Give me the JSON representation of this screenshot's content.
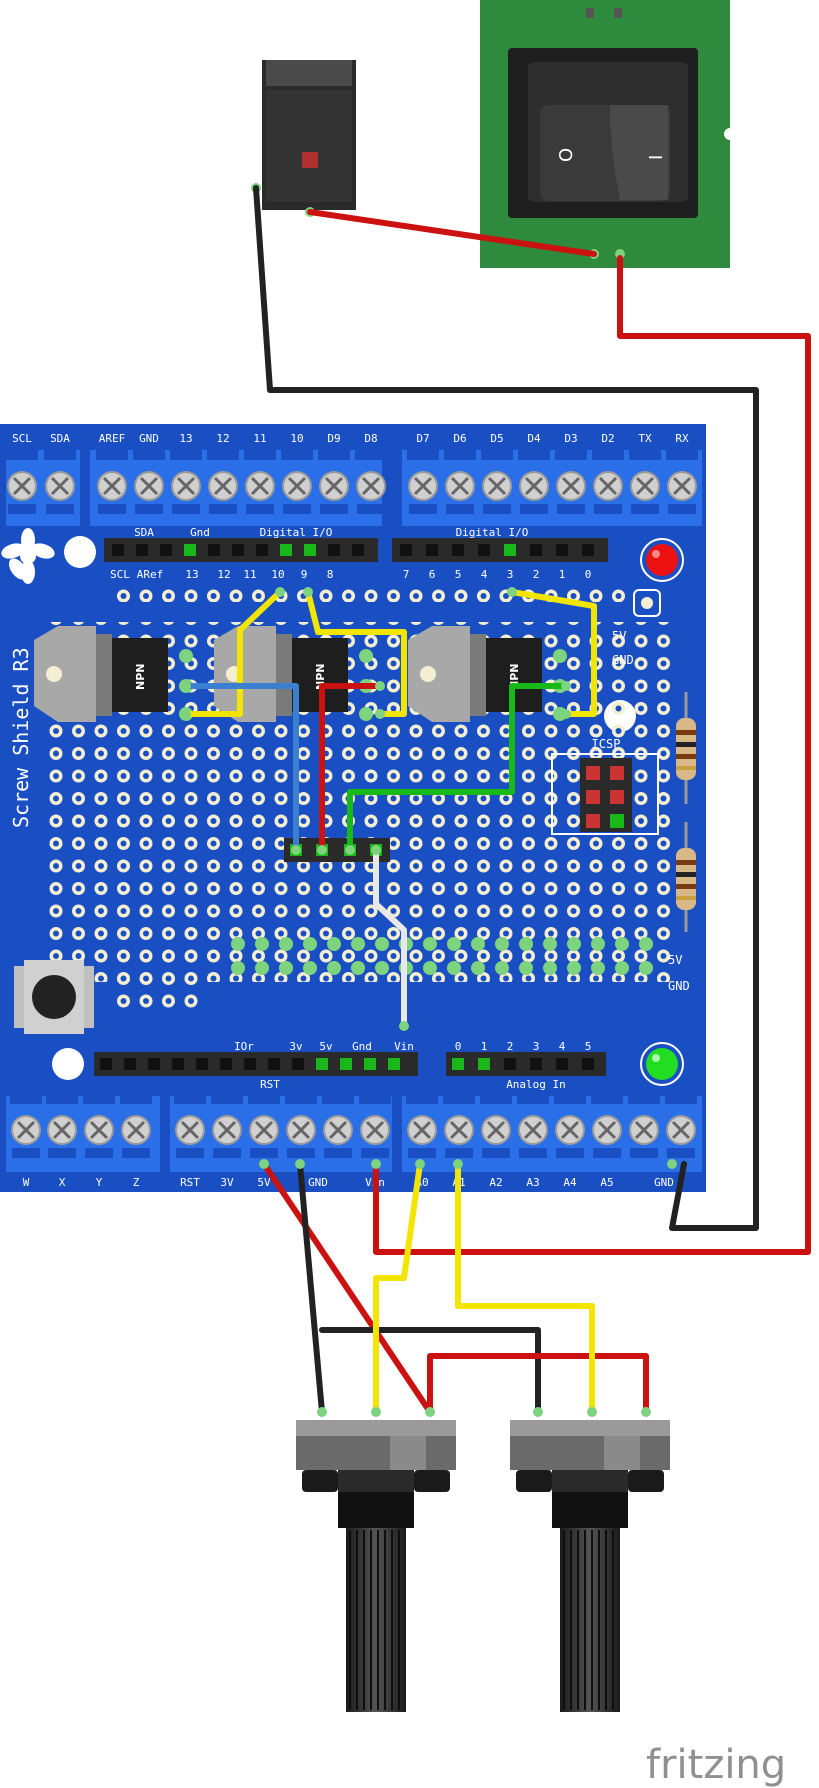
{
  "shield": {
    "title": "Screw Shield R3",
    "top_terminal_labels": [
      "SCL",
      "SDA",
      "AREF",
      "GND",
      "13",
      "12",
      "11",
      "10",
      "D9",
      "D8",
      "D7",
      "D6",
      "D5",
      "D4",
      "D3",
      "D2",
      "TX",
      "RX"
    ],
    "header_left_labels": [
      "SDA",
      "Gnd",
      "Digital I/O"
    ],
    "header_right_label": "Digital I/O",
    "pin_labels_left": [
      "SCL",
      "ARef",
      "13",
      "12",
      "11",
      "10",
      "9",
      "8"
    ],
    "pin_labels_right": [
      "7",
      "6",
      "5",
      "4",
      "3",
      "2",
      "1",
      "0"
    ],
    "rail_top": [
      "5V",
      "GND"
    ],
    "rail_bottom": [
      "5V",
      "GND"
    ],
    "icsp_label": "ICSP",
    "power_header_labels": [
      "IOr",
      "3v",
      "5v",
      "Gnd",
      "Vin"
    ],
    "rst_label": "RST",
    "analog_pin_labels": [
      "0",
      "1",
      "2",
      "3",
      "4",
      "5"
    ],
    "analog_label": "Analog In",
    "bottom_terminal_labels": [
      "W",
      "X",
      "Y",
      "Z",
      "RST",
      "3V",
      "5V",
      "GND",
      "Vin",
      "A0",
      "A1",
      "A2",
      "A3",
      "A4",
      "A5",
      "GND"
    ]
  },
  "transistors": [
    {
      "label": "NPN"
    },
    {
      "label": "NPN"
    },
    {
      "label": "NPN"
    }
  ],
  "switch": {
    "off_symbol": "O",
    "on_symbol": "I"
  },
  "wire_colors": {
    "red": "#cc1111",
    "black": "#222222",
    "yellow": "#f2e600",
    "green": "#18b818",
    "blue": "#3a7fd0",
    "white": "#e8e8e8"
  },
  "colors": {
    "board": "#1a4fc4",
    "terminal": "#2a6ee8",
    "pcb_green": "#2e8a3c",
    "led_red": "#ee1111",
    "led_green": "#22dd22"
  },
  "brand": "fritzing"
}
